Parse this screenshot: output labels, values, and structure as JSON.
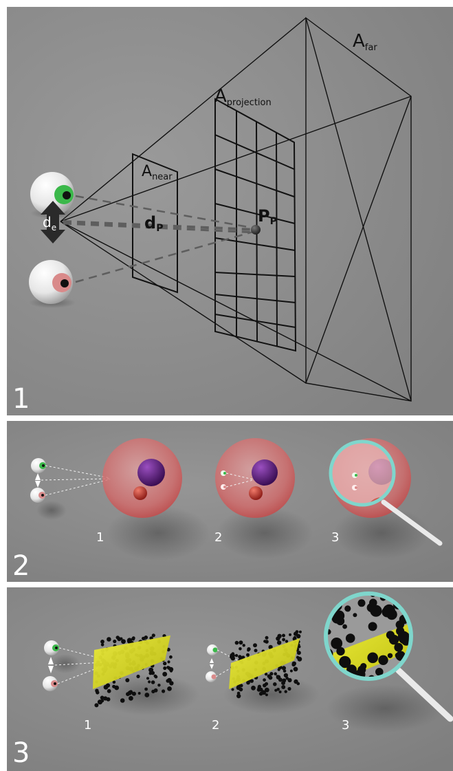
{
  "panel1": {
    "number": "1",
    "labels": {
      "a_far_main": "A",
      "a_far_sub": "far",
      "a_projection_main": "A",
      "a_projection_sub": "projection",
      "a_near_main": "A",
      "a_near_sub": "near",
      "d_p_main": "d",
      "d_p_sub": "P",
      "p_p_main": "P",
      "p_p_sub": "P",
      "d_e_main": "d",
      "d_e_sub": "e"
    }
  },
  "panel2": {
    "number": "2",
    "scenes": [
      "1",
      "2",
      "3"
    ]
  },
  "panel3": {
    "number": "3",
    "scenes": [
      "1",
      "2",
      "3"
    ]
  },
  "colors": {
    "background": "#8a8a8a",
    "separator": "#ffffff",
    "left_eye_iris": "#3bb84a",
    "right_eye_iris": "#d98a8a",
    "outer_sphere": "#d85a5a",
    "inner_large_sphere": "#5a1f7a",
    "inner_small_sphere": "#c0302a",
    "plane": "#d8d820",
    "magnifier_ring": "#7fd6cc"
  }
}
